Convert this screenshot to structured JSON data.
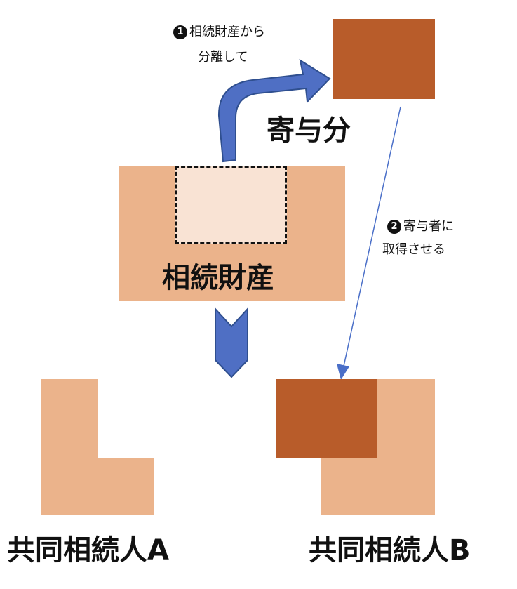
{
  "colors": {
    "light_orange": "#ebb38b",
    "very_light": "#f9e3d4",
    "dark_orange": "#b85c2a",
    "blue": "#4f6fc4",
    "blue_outline": "#2f4f8f",
    "thin_arrow": "#4a6fc8"
  },
  "step1": {
    "number": "1",
    "line1": "相続財産から",
    "line2": "分離して"
  },
  "contribution_label": "寄与分",
  "step2": {
    "number": "2",
    "line1": "寄与者に",
    "line2": "取得させる"
  },
  "estate_label": "相続財産",
  "heir_a_label": "共同相続人A",
  "heir_b_label": "共同相続人B"
}
